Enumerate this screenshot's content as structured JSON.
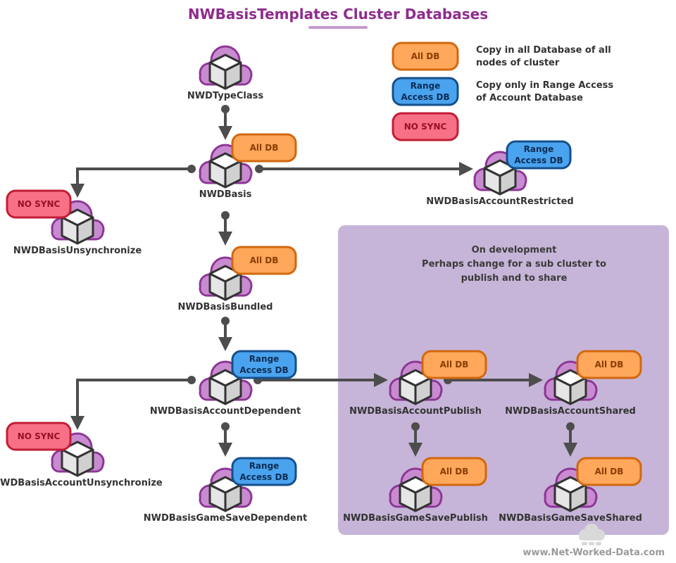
{
  "title": "NWBasisTemplates Cluster Databases",
  "legend": [
    {
      "badge": "All DB",
      "kind": "all",
      "description_lines": [
        "Copy in all Database  of all",
        "nodes of cluster"
      ]
    },
    {
      "badge": "Range\nAccess DB",
      "kind": "range",
      "description_lines": [
        "Copy only in  Range Access",
        "of Account Database"
      ]
    },
    {
      "badge": "NO SYNC",
      "kind": "nosync",
      "description_lines": []
    }
  ],
  "development_note": [
    "On development",
    "Perhaps change for a sub cluster to",
    "publish and to share"
  ],
  "nodes": [
    {
      "id": "NWDTypeClass",
      "label": "NWDTypeClass",
      "badge": "",
      "kind": ""
    },
    {
      "id": "NWDBasis",
      "label": "NWDBasis",
      "badge": "All DB",
      "kind": "all"
    },
    {
      "id": "NWDBasisAccountRestricted",
      "label": "NWDBasisAccountRestricted",
      "badge": "Range\nAccess DB",
      "kind": "range"
    },
    {
      "id": "NWDBasisUnsynchronize",
      "label": "NWDBasisUnsynchronize",
      "badge": "NO SYNC",
      "kind": "nosync"
    },
    {
      "id": "NWDBasisBundled",
      "label": "NWDBasisBundled",
      "badge": "All DB",
      "kind": "all"
    },
    {
      "id": "NWDBasisAccountDependent",
      "label": "NWDBasisAccountDependent",
      "badge": "Range\nAccess DB",
      "kind": "range"
    },
    {
      "id": "NWDBasisAccountUnsynchronize",
      "label": "NWDBasisAccountUnsynchronize",
      "badge": "NO SYNC",
      "kind": "nosync"
    },
    {
      "id": "NWDBasisGameSaveDependent",
      "label": "NWDBasisGameSaveDependent",
      "badge": "Range\nAccess DB",
      "kind": "range"
    },
    {
      "id": "NWDBasisAccountPublish",
      "label": "NWDBasisAccountPublish",
      "badge": "All DB",
      "kind": "all"
    },
    {
      "id": "NWDBasisAccountShared",
      "label": "NWDBasisAccountShared",
      "badge": "All DB",
      "kind": "all"
    },
    {
      "id": "NWDBasisGameSavePublish",
      "label": "NWDBasisGameSavePublish",
      "badge": "All DB",
      "kind": "all"
    },
    {
      "id": "NWDBasisGameSaveShared",
      "label": "NWDBasisGameSaveShared",
      "badge": "All DB",
      "kind": "all"
    }
  ],
  "edges": [
    {
      "from": "NWDTypeClass",
      "to": "NWDBasis"
    },
    {
      "from": "NWDBasis",
      "to": "NWDBasisAccountRestricted"
    },
    {
      "from": "NWDBasis",
      "to": "NWDBasisUnsynchronize"
    },
    {
      "from": "NWDBasis",
      "to": "NWDBasisBundled"
    },
    {
      "from": "NWDBasisBundled",
      "to": "NWDBasisAccountDependent"
    },
    {
      "from": "NWDBasisAccountDependent",
      "to": "NWDBasisAccountUnsynchronize"
    },
    {
      "from": "NWDBasisAccountDependent",
      "to": "NWDBasisGameSaveDependent"
    },
    {
      "from": "NWDBasisAccountDependent",
      "to": "NWDBasisAccountPublish"
    },
    {
      "from": "NWDBasisAccountPublish",
      "to": "NWDBasisAccountShared"
    },
    {
      "from": "NWDBasisAccountPublish",
      "to": "NWDBasisGameSavePublish"
    },
    {
      "from": "NWDBasisAccountShared",
      "to": "NWDBasisGameSaveShared"
    }
  ],
  "footer": "www.Net-Worked-Data.com",
  "colors": {
    "title": "#8e2c8e",
    "all_fill": "#ffa75a",
    "all_stroke": "#d2670f",
    "all_text": "#8a3e05",
    "range_fill": "#4aa3ee",
    "range_stroke": "#154f8a",
    "range_text": "#0b2d55",
    "nosync_fill": "#f77086",
    "nosync_stroke": "#c21d36",
    "nosync_text": "#9a0f24",
    "cloud_fill": "#c98bd0",
    "cloud_stroke": "#8d3596",
    "connector": "#4d4d4d",
    "dev_region": "#c6b5d8"
  },
  "icons": {
    "node": "cloud-database-icon",
    "footer": "cloud-logo-icon"
  }
}
